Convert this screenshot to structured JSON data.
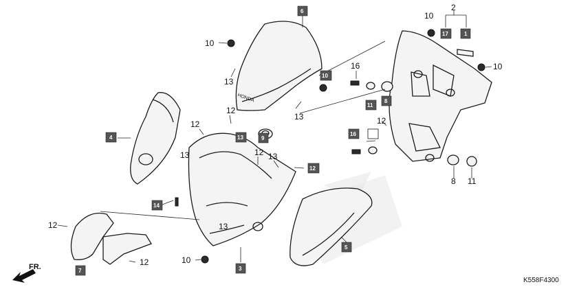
{
  "diagram_code": "K558F4300",
  "front_arrow_label": "FR.",
  "labels": {
    "l_2": "2",
    "l_8a": "8",
    "l_8b": "8",
    "l_10a": "10",
    "l_10b": "10",
    "l_10c": "10",
    "l_10d": "10",
    "l_11": "11",
    "l_12a": "12",
    "l_12b": "12",
    "l_12c": "12",
    "l_12d": "12",
    "l_12e": "12",
    "l_12f": "12",
    "l_13a": "13",
    "l_13b": "13",
    "l_13c": "13",
    "l_13d": "13",
    "l_13e": "13",
    "l_16": "16"
  },
  "boxed_labels": {
    "b_1": "1",
    "b_3": "3",
    "b_4": "4",
    "b_5": "5",
    "b_6": "6",
    "b_7": "7",
    "b_8": "8",
    "b_9": "9",
    "b_10": "10",
    "b_11": "11",
    "b_12a": "12",
    "b_12b": "12",
    "b_13": "13",
    "b_14": "14",
    "b_16": "16",
    "b_17": "17"
  }
}
